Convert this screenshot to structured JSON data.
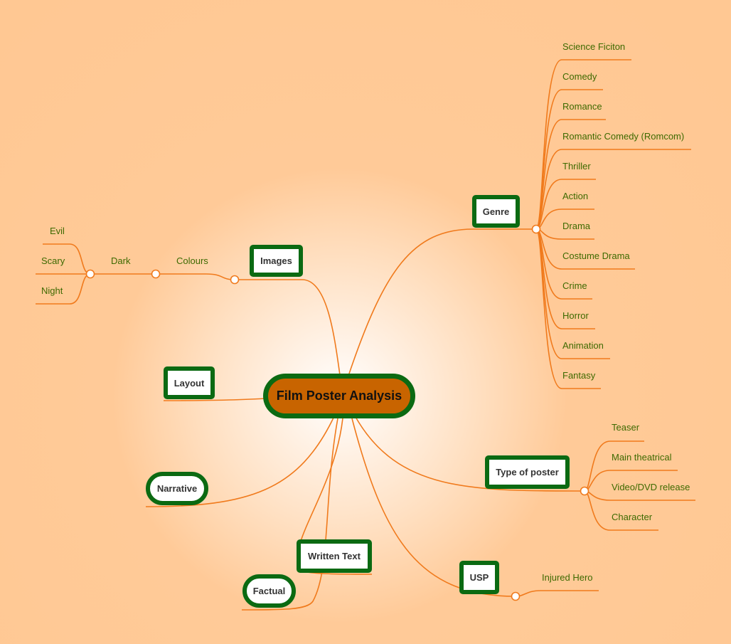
{
  "colors": {
    "line": "#f07a1c",
    "node_border": "#0b6a12",
    "central_fill": "#c86400",
    "leaf_text": "#3d6a00"
  },
  "central": {
    "label": "Film Poster Analysis"
  },
  "genre": {
    "label": "Genre",
    "items": [
      "Science Ficiton",
      "Comedy",
      "Romance",
      "Romantic Comedy (Romcom)",
      "Thriller",
      "Action",
      "Drama",
      "Costume Drama",
      "Crime",
      "Horror",
      "Animation",
      "Fantasy"
    ]
  },
  "images": {
    "label": "Images",
    "colours": "Colours",
    "dark": "Dark",
    "dark_items": [
      "Evil",
      "Scary",
      "Night"
    ]
  },
  "layout": {
    "label": "Layout"
  },
  "narrative": {
    "label": "Narrative"
  },
  "type_of_poster": {
    "label": "Type of poster",
    "items": [
      "Teaser",
      "Main theatrical",
      "Video/DVD release",
      "Character"
    ]
  },
  "usp": {
    "label": "USP",
    "items": [
      "Injured Hero"
    ]
  },
  "written_text": {
    "label": "Written Text"
  },
  "factual": {
    "label": "Factual"
  }
}
